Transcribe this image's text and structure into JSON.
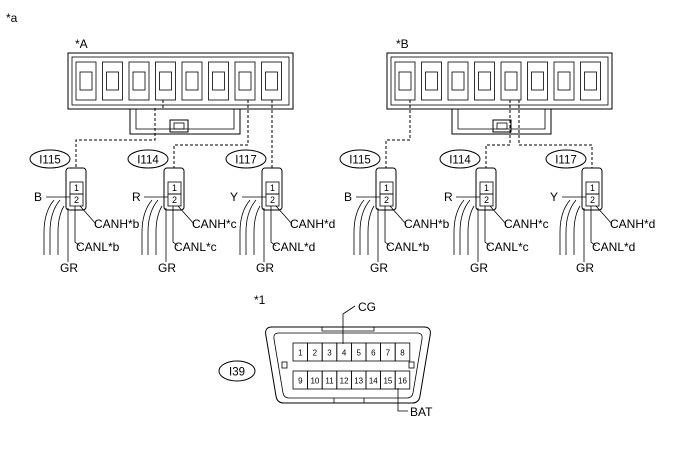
{
  "figure_label": "*a",
  "connectors": [
    {
      "label": "*A",
      "terminals": [
        {
          "id": "I115",
          "wire_color": "B",
          "pin1_label": "CANH*b",
          "pin2_label": "CANL*b",
          "ground": "GR",
          "pins": [
            "1",
            "2"
          ]
        },
        {
          "id": "I114",
          "wire_color": "R",
          "pin1_label": "CANH*c",
          "pin2_label": "CANL*c",
          "ground": "GR",
          "pins": [
            "1",
            "2"
          ]
        },
        {
          "id": "I117",
          "wire_color": "Y",
          "pin1_label": "CANH*d",
          "pin2_label": "CANL*d",
          "ground": "GR",
          "pins": [
            "1",
            "2"
          ]
        }
      ]
    },
    {
      "label": "*B",
      "terminals": [
        {
          "id": "I115",
          "wire_color": "B",
          "pin1_label": "CANH*b",
          "pin2_label": "CANL*b",
          "ground": "GR",
          "pins": [
            "1",
            "2"
          ]
        },
        {
          "id": "I114",
          "wire_color": "R",
          "pin1_label": "CANH*c",
          "pin2_label": "CANL*c",
          "ground": "GR",
          "pins": [
            "1",
            "2"
          ]
        },
        {
          "id": "I117",
          "wire_color": "Y",
          "pin1_label": "CANH*d",
          "pin2_label": "CANL*d",
          "ground": "GR",
          "pins": [
            "1",
            "2"
          ]
        }
      ]
    }
  ],
  "dlc": {
    "label": "*1",
    "id": "I39",
    "top_label": "CG",
    "bottom_label": "BAT",
    "top_pins": [
      "1",
      "2",
      "3",
      "4",
      "5",
      "6",
      "7",
      "8"
    ],
    "bottom_pins": [
      "9",
      "10",
      "11",
      "12",
      "13",
      "14",
      "15",
      "16"
    ]
  }
}
